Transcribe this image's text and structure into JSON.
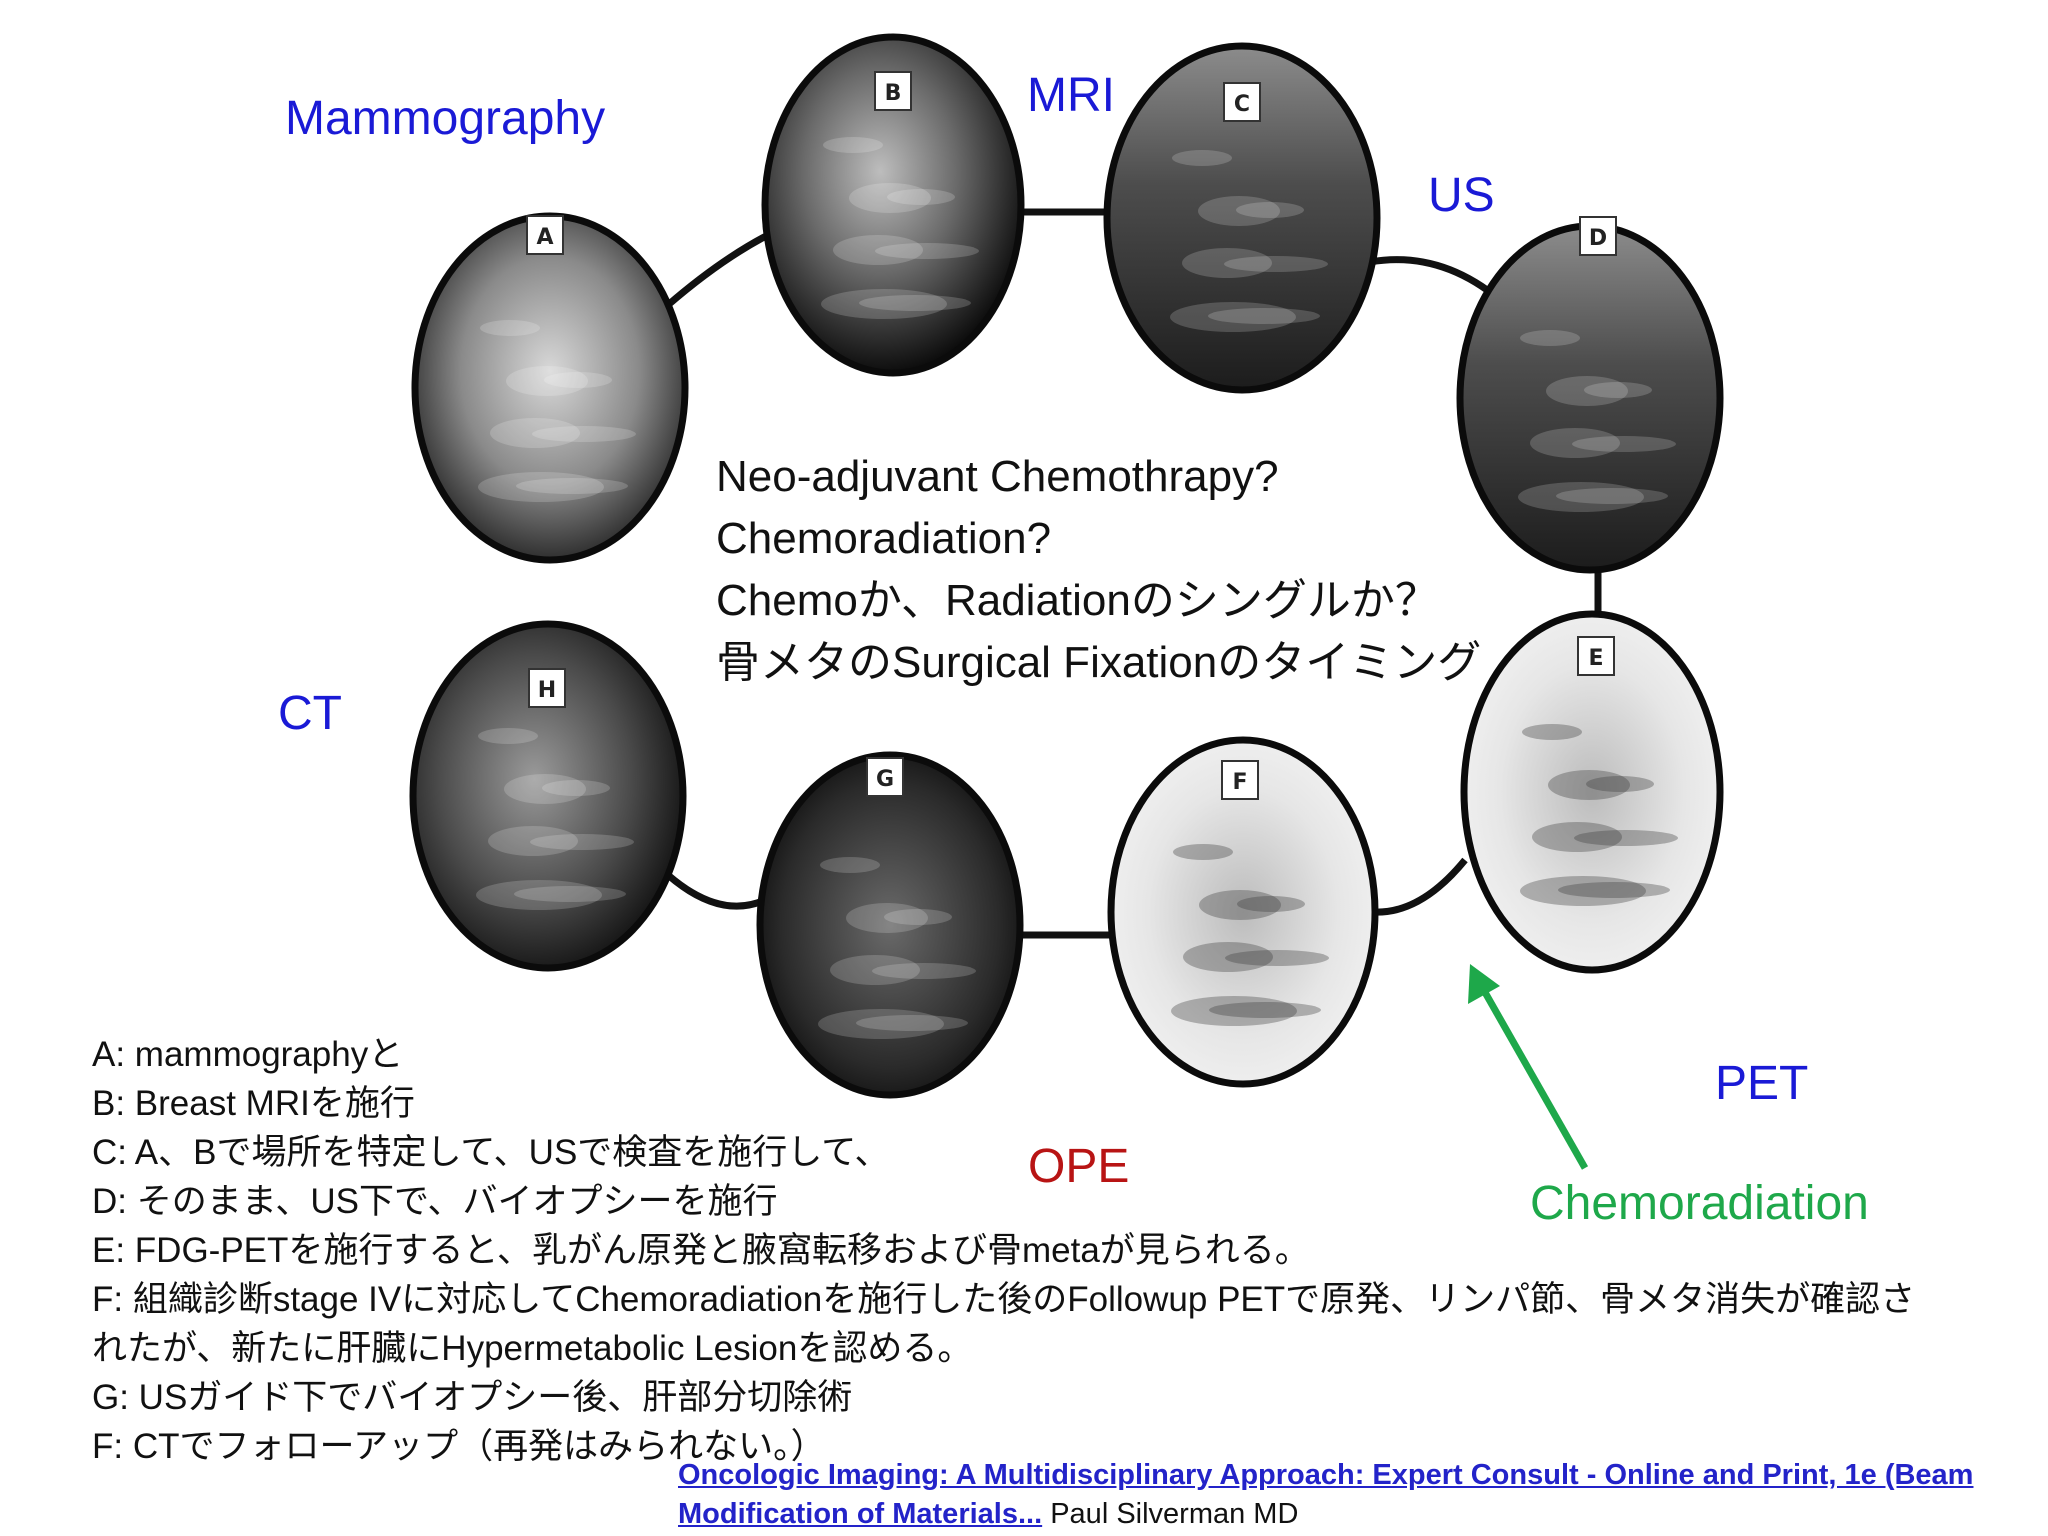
{
  "labels": {
    "mammography": "Mammography",
    "mri": "MRI",
    "us": "US",
    "ct": "CT",
    "pet": "PET",
    "ope": "OPE",
    "chemoradiation": "Chemoradiation"
  },
  "images": [
    {
      "letter": "A",
      "desc": "mammogram"
    },
    {
      "letter": "B",
      "desc": "breast MRI"
    },
    {
      "letter": "C",
      "desc": "breast ultrasound"
    },
    {
      "letter": "D",
      "desc": "ultrasound-guided biopsy"
    },
    {
      "letter": "E",
      "desc": "FDG-PET"
    },
    {
      "letter": "F",
      "desc": "follow-up PET"
    },
    {
      "letter": "G",
      "desc": "US-guided liver biopsy"
    },
    {
      "letter": "H",
      "desc": "CT follow-up"
    }
  ],
  "questions": [
    "Neo-adjuvant Chemothrapy?",
    "Chemoradiation?",
    "Chemoか、Radiationのシングルか？",
    "骨メタのSurgical Fixationのタイミング"
  ],
  "notes": [
    "A:  mammographyと",
    "B:   Breast MRIを施行",
    "C:   A、Bで場所を特定して、USで検査を施行して、",
    "D:   そのまま、US下で、バイオプシーを施行",
    "E:  FDG-PETを施行すると、乳がん原発と腋窩転移および骨metaが見られる。",
    "F:   組織診断stage IVに対応してChemoradiationを施行した後のFollowup   PETで原発、リンパ節、骨メタ消失が確認されたが、新たに肝臓にHypermetabolic Lesionを認める。",
    "G:   USガイド下でバイオプシー後、肝部分切除術",
    "F:  CTでフォローアップ（再発はみられない。）"
  ],
  "citation": {
    "link": "Oncologic Imaging: A Multidisciplinary Approach: Expert Consult - Online and Print, 1e (Beam Modification of Materials...",
    "author": " Paul Silverman MD"
  },
  "colors": {
    "modality": "#1a1ad6",
    "ope": "#b81414",
    "chemo": "#1ea84a",
    "ring": "#111111"
  }
}
